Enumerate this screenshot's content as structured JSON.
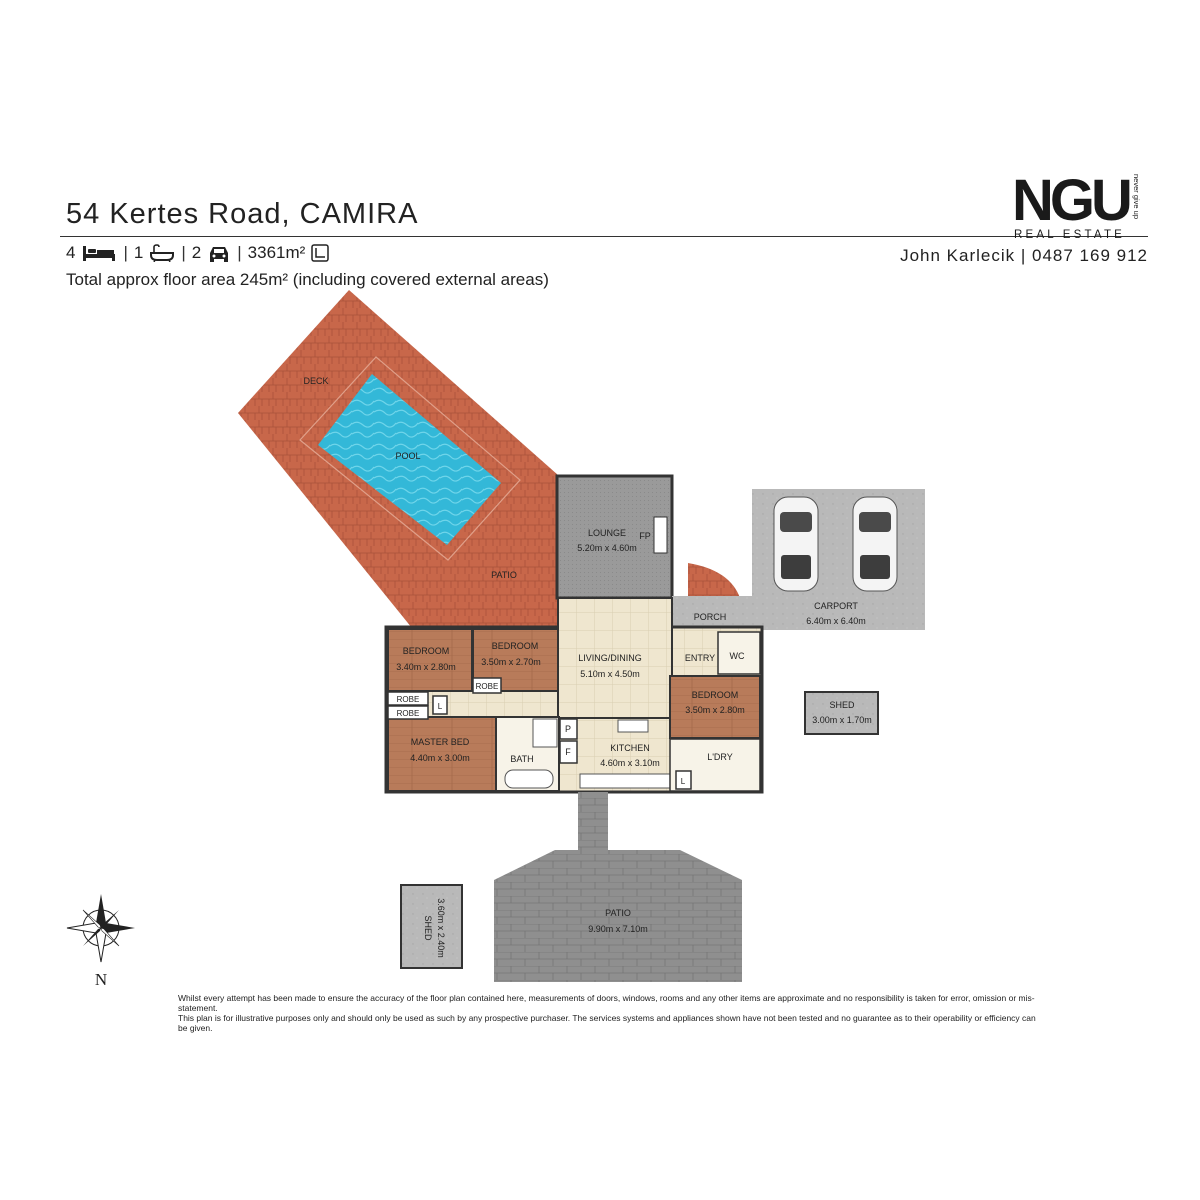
{
  "header": {
    "address": "54 Kertes Road, CAMIRA",
    "beds": "4",
    "baths": "1",
    "cars": "2",
    "land": "3361m²",
    "floor_area": "Total approx floor area 245m² (including covered external areas)",
    "agent": "John Karlecik | 0487 169 912"
  },
  "logo": {
    "mark": "NGU",
    "sub": "REAL ESTATE",
    "tagline": "never give up"
  },
  "rooms": {
    "deck": {
      "name": "DECK"
    },
    "pool": {
      "name": "POOL"
    },
    "patio_top": {
      "name": "PATIO"
    },
    "lounge": {
      "name": "LOUNGE",
      "dims": "5.20m x 4.60m",
      "fp": "FP"
    },
    "porch": {
      "name": "PORCH"
    },
    "carport": {
      "name": "CARPORT",
      "dims": "6.40m x 6.40m"
    },
    "bedroom1": {
      "name": "BEDROOM",
      "dims": "3.40m x 2.80m"
    },
    "bedroom2": {
      "name": "BEDROOM",
      "dims": "3.50m x 2.70m"
    },
    "robe1": {
      "name": "ROBE"
    },
    "robe2": {
      "name": "ROBE"
    },
    "robe3": {
      "name": "ROBE"
    },
    "linen1": {
      "name": "L"
    },
    "linen2": {
      "name": "L"
    },
    "living": {
      "name": "LIVING/DINING",
      "dims": "5.10m x 4.50m"
    },
    "entry": {
      "name": "ENTRY"
    },
    "wc": {
      "name": "WC"
    },
    "bedroom3": {
      "name": "BEDROOM",
      "dims": "3.50m x 2.80m"
    },
    "shed_small": {
      "name": "SHED",
      "dims": "3.00m x 1.70m"
    },
    "master": {
      "name": "MASTER BED",
      "dims": "4.40m x 3.00m"
    },
    "bath": {
      "name": "BATH"
    },
    "pantry": {
      "name": "P"
    },
    "fridge": {
      "name": "F"
    },
    "kitchen": {
      "name": "KITCHEN",
      "dims": "4.60m x 3.10m"
    },
    "laundry": {
      "name": "L'DRY"
    },
    "patio_bottom": {
      "name": "PATIO",
      "dims": "9.90m x 7.10m"
    },
    "shed_large": {
      "name": "SHED",
      "dims": "3.60m x 2.40m"
    }
  },
  "compass": {
    "north": "N"
  },
  "disclaimer": {
    "line1": "Whilst every attempt has been made to ensure the accuracy of the floor plan contained here, measurements of doors, windows, rooms and any other items are approximate and no responsibility is taken for error, omission or mis-statement.",
    "line2": "This plan is for illustrative purposes only and should only be used as such by any prospective purchaser. The services systems and appliances shown have not been tested and no guarantee as to their operability or efficiency can be given."
  },
  "colors": {
    "deck": "#c8674a",
    "pool": "#2cb6d6",
    "carpet": "#9a9a9a",
    "concrete": "#b8b8b8",
    "tile": "#efe6cf",
    "bedroom_timber": "#b87b5a",
    "wall": "#333333",
    "paver": "#8f8f8f"
  }
}
